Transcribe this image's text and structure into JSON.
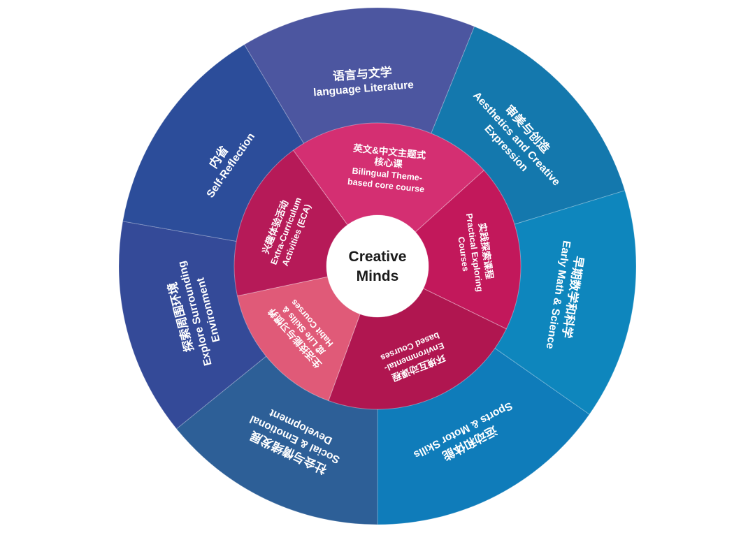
{
  "center": {
    "line1": "Creative",
    "line2": "Minds"
  },
  "inner_ring": [
    {
      "cn": "英文&中文主题式",
      "cn2": "核心课",
      "en": [
        "Bilingual Theme-",
        "based core course"
      ],
      "color": "#d42f72"
    },
    {
      "cn": "实践探索课程",
      "cn2": "",
      "en": [
        "Practical Exploring",
        "Courses"
      ],
      "color": "#c2185b"
    },
    {
      "cn": "环境互动课程",
      "cn2": "",
      "en": [
        "Environmental-",
        "based Courses"
      ],
      "color": "#b01650"
    },
    {
      "cn": "生活技能与习惯养",
      "cn2": "",
      "en": [
        "成 Life Skills &",
        "Habit Courses"
      ],
      "color": "#e05a78"
    },
    {
      "cn": "兴趣体验活动",
      "cn2": "",
      "en": [
        "Extra-Curriculum",
        "Activities (ECA)"
      ],
      "color": "#b61a58"
    }
  ],
  "outer_ring": [
    {
      "cn": "语言与文学",
      "en": [
        "language Literature"
      ],
      "color": "#4c56a0"
    },
    {
      "cn": "审美与创造",
      "en": [
        "Aesthetics and Creative",
        "Expression"
      ],
      "color": "#1478ad"
    },
    {
      "cn": "早期数学和科学",
      "en": [
        "Early Math & Science"
      ],
      "color": "#0e86bd"
    },
    {
      "cn": "运动和体能",
      "en": [
        "Sports & Motor Skills"
      ],
      "color": "#0f7cba"
    },
    {
      "cn": "社会与情绪发展",
      "en": [
        "Social & Emotional",
        "Development"
      ],
      "color": "#2d5f97"
    },
    {
      "cn": "探索周围环境",
      "en": [
        "Explore Surrounding",
        "Environment"
      ],
      "color": "#344a98"
    },
    {
      "cn": "内省",
      "en": [
        "Self-Reflection"
      ],
      "color": "#2c4d9a"
    }
  ]
}
